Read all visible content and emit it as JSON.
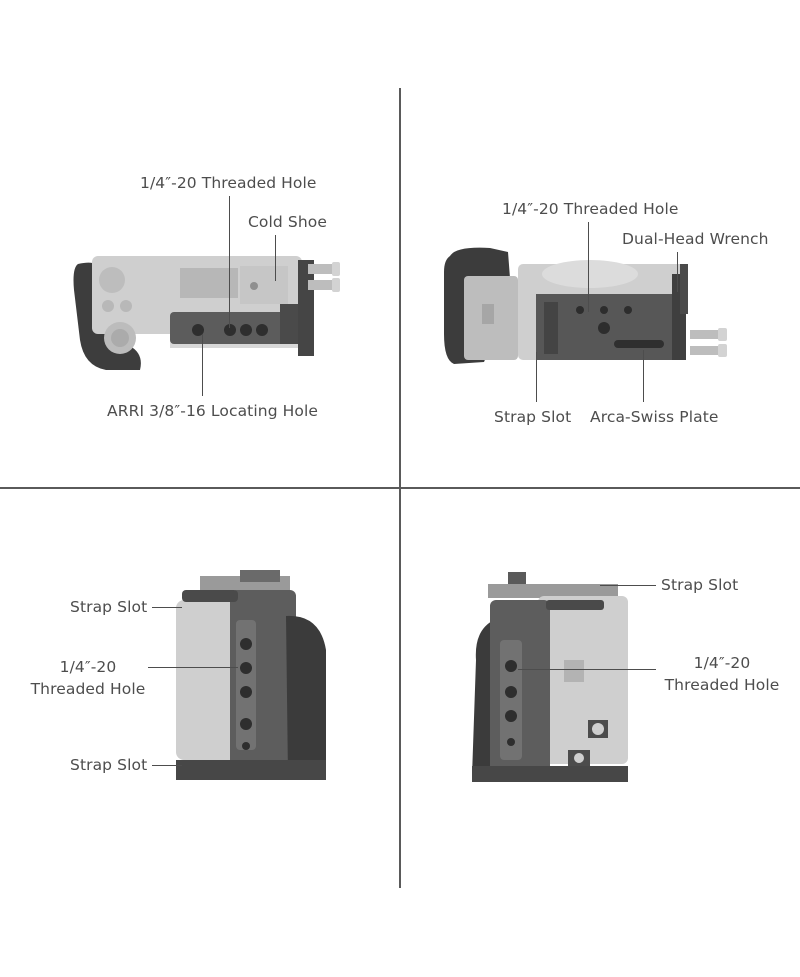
{
  "colors": {
    "background": "#ffffff",
    "divider": "#5a5a5a",
    "text": "#4d4d4d",
    "cage_dark": "#3c3c3c",
    "cage_mid": "#5f5f5f",
    "camera_body": "#c9c9c9",
    "camera_light": "#dcdcdc"
  },
  "panels": {
    "top_view": {
      "labels": {
        "threaded_hole": "1/4″-20 Threaded Hole",
        "cold_shoe": "Cold Shoe",
        "arri_hole": "ARRI 3/8″-16 Locating Hole"
      }
    },
    "bottom_view": {
      "labels": {
        "threaded_hole": "1/4″-20 Threaded Hole",
        "wrench": "Dual-Head Wrench",
        "strap_slot": "Strap Slot",
        "arca_plate": "Arca-Swiss Plate"
      }
    },
    "left_side": {
      "labels": {
        "strap_slot_top": "Strap Slot",
        "threaded_hole_line1": "1/4″-20",
        "threaded_hole_line2": "Threaded Hole",
        "strap_slot_bottom": "Strap Slot"
      }
    },
    "right_side": {
      "labels": {
        "strap_slot": "Strap Slot",
        "threaded_hole_line1": "1/4″-20",
        "threaded_hole_line2": "Threaded Hole"
      }
    }
  }
}
